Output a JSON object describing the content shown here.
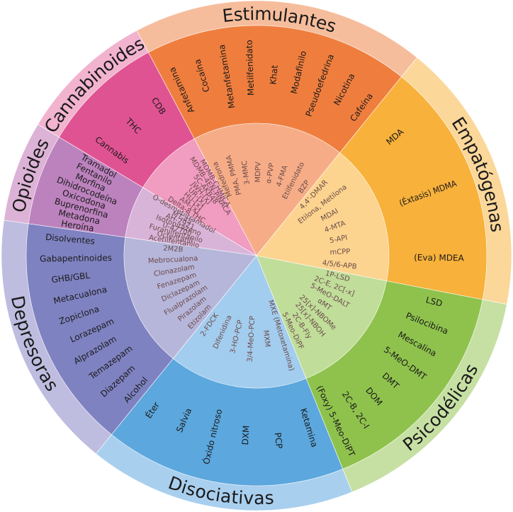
{
  "categories": [
    {
      "id": "estimulantes",
      "label": "Estimulantes",
      "colors": {
        "outer": "#f6bd9c",
        "mid": "#ef7e3e",
        "inner": "#f6ad87"
      },
      "drugs": [
        "Anfetamina",
        "Cocaína",
        "Metanfetamina",
        "Metilfenidato",
        "Khat",
        "Modafinilo",
        "Pseudoefedrina",
        "Nicotina",
        "Cafeína"
      ],
      "research": [
        "Mefedrona",
        "PMA, PMMA",
        "3-MMC",
        "MDPV",
        "α-PVP",
        "4-FMA",
        "Etilfenidato",
        "BZP"
      ]
    },
    {
      "id": "empatogenas",
      "label": "Empatógenas",
      "colors": {
        "outer": "#fbd79a",
        "mid": "#f8b13b",
        "inner": "#fcd48f"
      },
      "drugs": [
        "MDA",
        "(Éxtasis) MDMA",
        "(Eva) MDEA"
      ],
      "research": [
        "4,4'-DMAR",
        "Etilona, Metilona",
        "MDAI",
        "4-MTA",
        "5-API",
        "mCPP",
        "4/5/6-APB"
      ]
    },
    {
      "id": "psicodelicas",
      "label": "Psicodélicas",
      "colors": {
        "outer": "#c6e0a4",
        "mid": "#8fc24d",
        "inner": "#c0dd9a"
      },
      "drugs": [
        "LSD",
        "Psilocibina",
        "Mescalina",
        "5-MeO-DMT",
        "DMT",
        "DOM",
        "2C-B, 2C-I",
        "(Foxy) 5-Meo-DiPT"
      ],
      "research": [
        "1P-LSD",
        "2C-E, 2C[-x]",
        "5-MeO-DALT",
        "αMT",
        "25[x]-NBOMe",
        "25[x]-NBOH",
        "2C-B-Fly",
        "5-Meo-DiPF"
      ]
    },
    {
      "id": "disociativas",
      "label": "Disociativas",
      "colors": {
        "outer": "#a9cfee",
        "mid": "#5ca7dd",
        "inner": "#a3cdee"
      },
      "drugs": [
        "Ketamina",
        "PCP",
        "DXM",
        "Óxido nitroso",
        "Salvia",
        "Éter"
      ],
      "research": [
        "MXE (Metoxetamina)",
        "MXM",
        "3/4-MeO-PCP",
        "3-HO-PCP",
        "Difenidina",
        "2-FDCK"
      ]
    },
    {
      "id": "depresoras",
      "label": "Depresoras",
      "colors": {
        "outer": "#bebde0",
        "mid": "#7f82c1",
        "inner": "#b6b6da"
      },
      "drugs": [
        "Alcohol",
        "Diazepam",
        "Temazepam",
        "Alprazolam",
        "Lorazepam",
        "Zopiclona",
        "Metacualona",
        "GHB/GBL",
        "Gabapentinoides",
        "Disolventes"
      ],
      "research": [
        "Etizolam",
        "Pirazolam",
        "Flualprazolam",
        "Diclazepam",
        "Fenazepam",
        "Clonazolam",
        "Mebrocualona",
        "2M2B"
      ]
    },
    {
      "id": "opioides",
      "label": "Opioides",
      "colors": {
        "outer": "#dcb3d6",
        "mid": "#bb82bd",
        "inner": "#d9b4d9"
      },
      "drugs": [
        "Heroína",
        "Metadona",
        "Buprenorfina",
        "Oxicodona",
        "Dihidrocodeína",
        "Morfina",
        "Fentanilo",
        "Tramadol"
      ],
      "research": [
        "Acetilfentanilo",
        "Ocfentanil",
        "Furanilfentanilo",
        "U-47700",
        "Isotonitazeno",
        "AH-7921",
        "MT-45",
        "O-desmetiltramadol"
      ]
    },
    {
      "id": "cannabinoides",
      "label": "Cannabinoides",
      "colors": {
        "outer": "#f2b3cf",
        "mid": "#e05392",
        "inner": "#f19cc1"
      },
      "drugs": [
        "Cannabis",
        "THC",
        "CDB"
      ],
      "research": [
        "Delta-8 THC",
        "AM-[x]",
        "HU-[x]",
        "UR-[x]",
        "JWH-[x]",
        "5C-AKB48",
        "MDMB-4EN-PINACA",
        "MDMB-CHMICA"
      ]
    }
  ]
}
